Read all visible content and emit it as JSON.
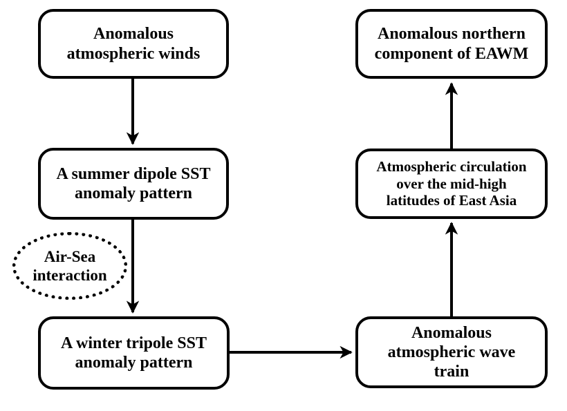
{
  "figure": {
    "type": "flowchart",
    "background_color": "#ffffff",
    "stroke_color": "#000000"
  },
  "nodes": {
    "winds": {
      "label": "Anomalous\natmospheric winds",
      "shape": "rounded-rect"
    },
    "summer_dipole": {
      "label": "A summer dipole SST\nanomaly pattern",
      "shape": "rounded-rect"
    },
    "air_sea": {
      "label": "Air-Sea\ninteraction",
      "shape": "dotted-ellipse"
    },
    "winter_tripole": {
      "label": "A winter tripole SST\nanomaly pattern",
      "shape": "rounded-rect"
    },
    "wave_train": {
      "label": "Anomalous\natmospheric wave\ntrain",
      "shape": "rounded-rect"
    },
    "circulation": {
      "label": "Atmospheric circulation\nover the mid-high\nlatitudes of East Asia",
      "shape": "rounded-rect"
    },
    "eawm": {
      "label": "Anomalous northern\ncomponent of EAWM",
      "shape": "rounded-rect"
    }
  },
  "edges": [
    {
      "from": "winds",
      "to": "summer_dipole",
      "direction": "down",
      "style": "solid-arrow"
    },
    {
      "from": "summer_dipole",
      "to": "winter_tripole",
      "direction": "down",
      "style": "solid-arrow",
      "annotation": "air_sea"
    },
    {
      "from": "winter_tripole",
      "to": "wave_train",
      "direction": "right",
      "style": "solid-arrow"
    },
    {
      "from": "wave_train",
      "to": "circulation",
      "direction": "up",
      "style": "solid-arrow"
    },
    {
      "from": "circulation",
      "to": "eawm",
      "direction": "up",
      "style": "solid-arrow"
    }
  ]
}
